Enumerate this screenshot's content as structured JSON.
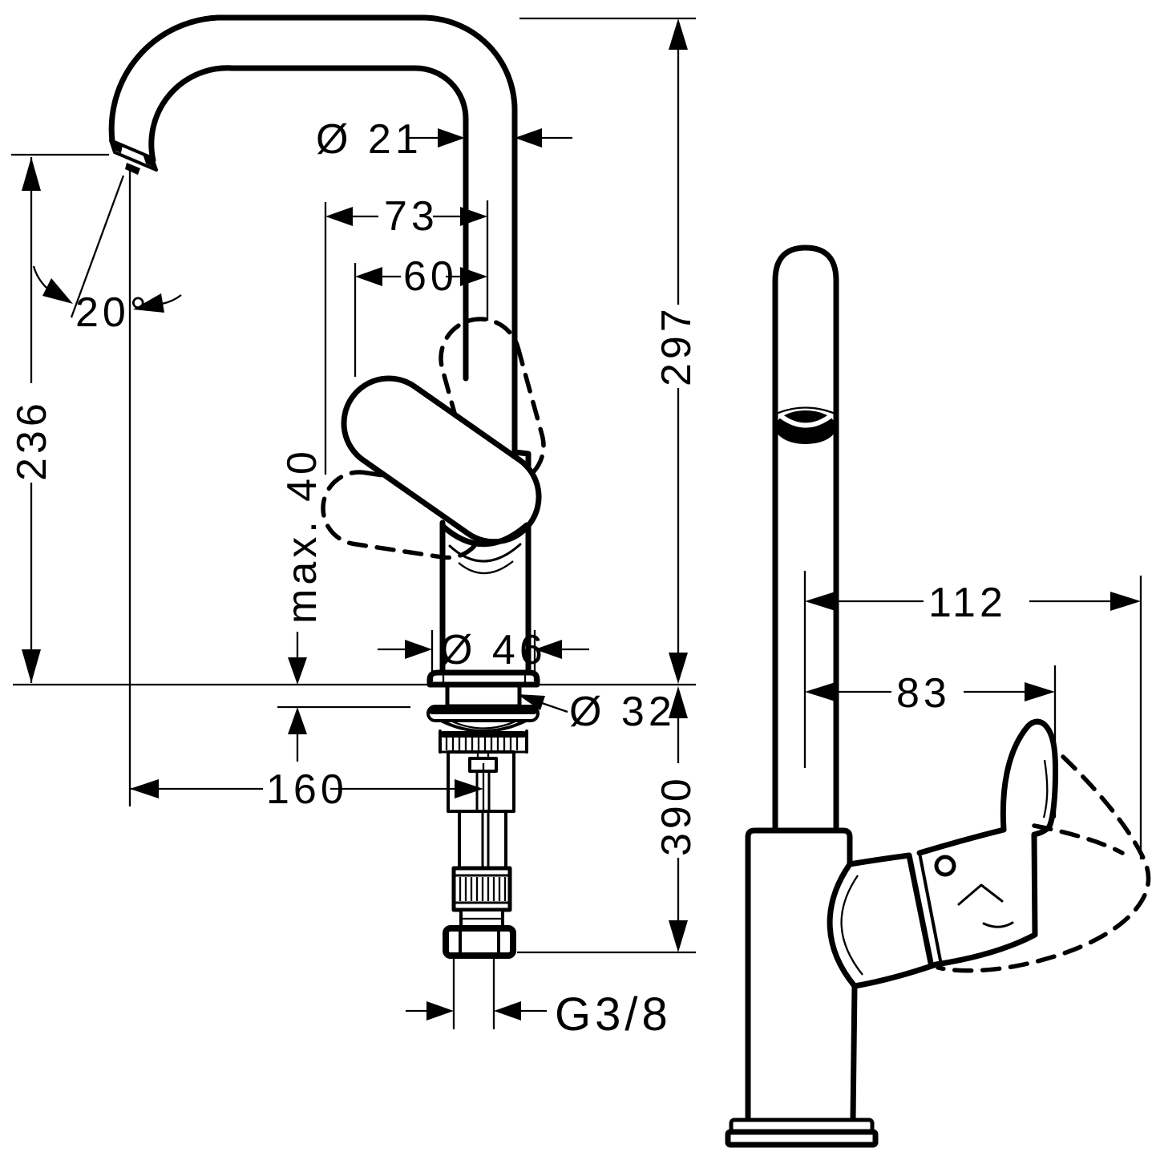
{
  "drawing": {
    "kind": "technical dimension drawing of single-lever faucet, front and side views",
    "front_view": {
      "dimensions": {
        "spout_pipe_diameter": "Ø 21",
        "handle_offset_outer": "73",
        "handle_offset_inner": "60",
        "spout_height_above_deck": "297",
        "outlet_height_above_deck": "236",
        "spout_angle": "20°",
        "max_mounting_thickness": "max. 40",
        "base_diameter": "Ø 46",
        "waste_flange_diameter": "Ø 32",
        "spout_reach": "160",
        "depth_below_deck": "390",
        "supply_thread": "G3/8"
      }
    },
    "side_view": {
      "dimensions": {
        "reach_total": "112",
        "reach_handle": "83"
      }
    }
  }
}
